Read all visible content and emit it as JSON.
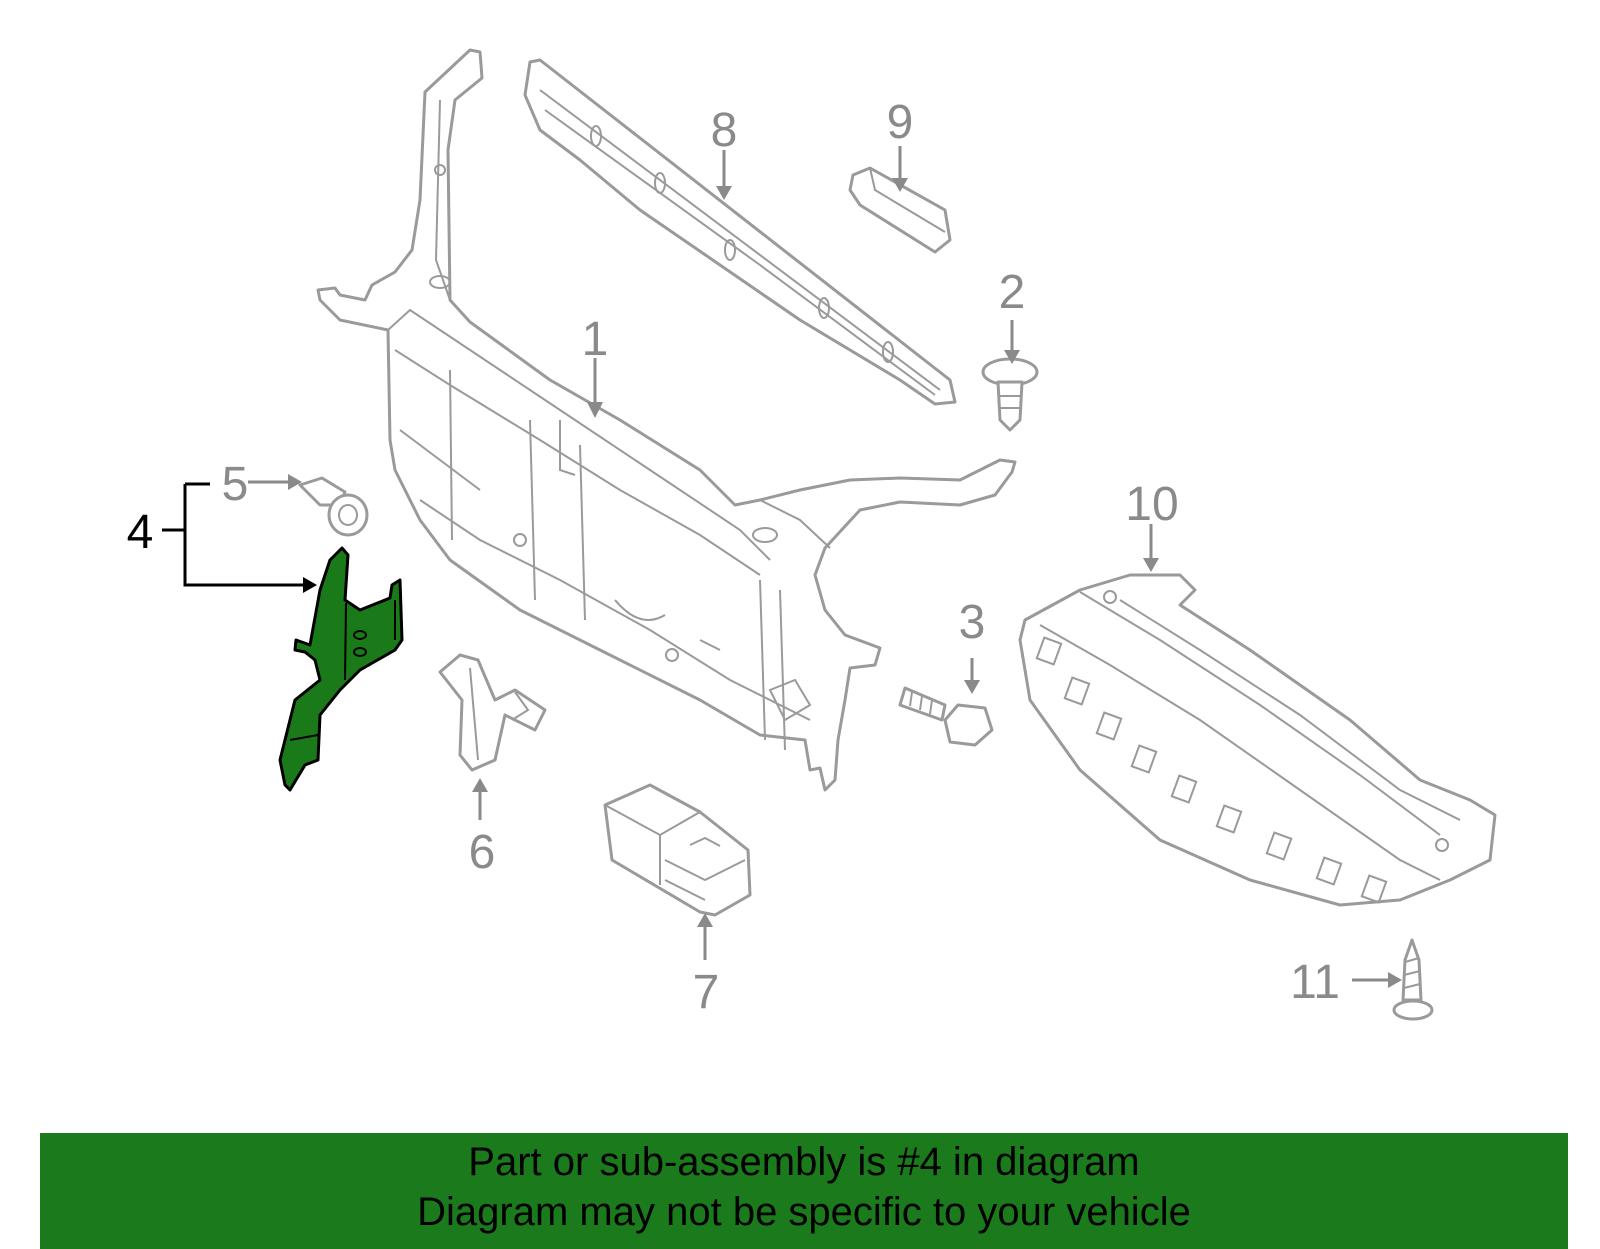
{
  "callouts": {
    "c1": "1",
    "c2": "2",
    "c3": "3",
    "c4": "4",
    "c5": "5",
    "c6": "6",
    "c7": "7",
    "c8": "8",
    "c9": "9",
    "c10": "10",
    "c11": "11"
  },
  "highlighted_part": "4",
  "colors": {
    "highlight_fill": "#1a7a1a",
    "banner_bg": "#1b7a1b",
    "line_art": "#9a9a9a",
    "callout_gray": "#8a8a8a"
  },
  "banner": {
    "line1": "Part or sub-assembly is #4 in diagram",
    "line2": "Diagram may not be specific to your vehicle"
  }
}
